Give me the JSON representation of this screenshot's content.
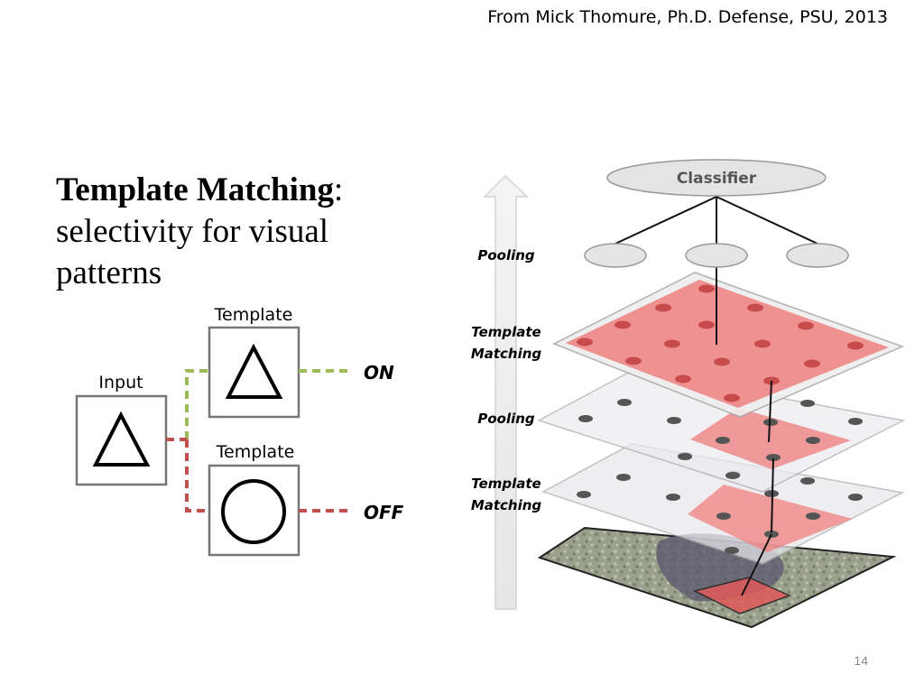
{
  "slide": {
    "credit": "From Mick Thomure, Ph.D. Defense, PSU, 2013",
    "title_bold": "Template Matching",
    "title_colon": ":",
    "title_rest": "selectivity for visual patterns",
    "page_number": "14"
  },
  "left_diagram": {
    "input_label": "Input",
    "template_top_label": "Template",
    "template_bottom_label": "Template",
    "on_label": "ON",
    "off_label": "OFF",
    "on_color": "#9bbb59",
    "off_color": "#c0504d"
  },
  "hierarchy": {
    "classifier_label": "Classifier",
    "layers": [
      "Pooling",
      "Template Matching",
      "Pooling",
      "Template Matching"
    ],
    "layer_lines": [
      [
        "Pooling"
      ],
      [
        "Template",
        "Matching"
      ],
      [
        "Pooling"
      ],
      [
        "Template",
        "Matching"
      ]
    ],
    "highlight_color": "#f08080"
  }
}
